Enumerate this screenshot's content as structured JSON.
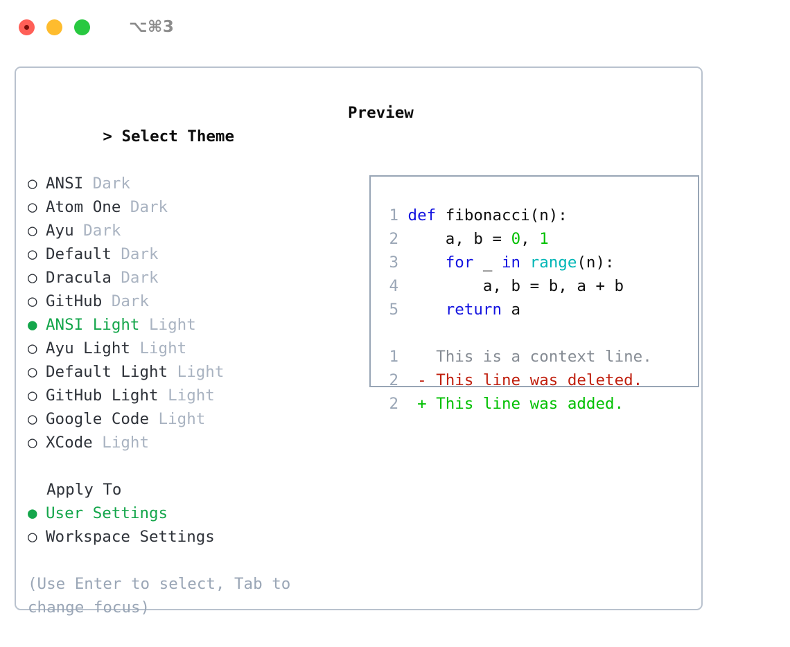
{
  "titlebar": {
    "shortcut": "⌥⌘3",
    "lights": [
      {
        "name": "close-button",
        "color": "#ff5f57"
      },
      {
        "name": "minimize-button",
        "color": "#febc2e"
      },
      {
        "name": "maximize-button",
        "color": "#28c840"
      }
    ]
  },
  "theme_picker": {
    "prompt": "> ",
    "title": "Select Theme",
    "items": [
      {
        "marker": "○ ",
        "name": "ANSI",
        "suffix": " Dark",
        "selected": false
      },
      {
        "marker": "○ ",
        "name": "Atom One",
        "suffix": " Dark",
        "selected": false
      },
      {
        "marker": "○ ",
        "name": "Ayu",
        "suffix": " Dark",
        "selected": false
      },
      {
        "marker": "○ ",
        "name": "Default",
        "suffix": " Dark",
        "selected": false
      },
      {
        "marker": "○ ",
        "name": "Dracula",
        "suffix": " Dark",
        "selected": false
      },
      {
        "marker": "○ ",
        "name": "GitHub",
        "suffix": " Dark",
        "selected": false
      },
      {
        "marker": "● ",
        "name": "ANSI Light",
        "suffix": " Light",
        "selected": true
      },
      {
        "marker": "○ ",
        "name": "Ayu Light",
        "suffix": " Light",
        "selected": false
      },
      {
        "marker": "○ ",
        "name": "Default Light",
        "suffix": " Light",
        "selected": false
      },
      {
        "marker": "○ ",
        "name": "GitHub Light",
        "suffix": " Light",
        "selected": false
      },
      {
        "marker": "○ ",
        "name": "Google Code",
        "suffix": " Light",
        "selected": false
      },
      {
        "marker": "○ ",
        "name": "XCode",
        "suffix": " Light",
        "selected": false
      }
    ]
  },
  "apply_to": {
    "title": "  Apply To",
    "items": [
      {
        "marker": "● ",
        "name": "User Settings",
        "selected": true
      },
      {
        "marker": "○ ",
        "name": "Workspace Settings",
        "selected": false
      }
    ]
  },
  "footer": {
    "hint": "(Use Enter to select, Tab to change focus)"
  },
  "preview": {
    "title": "Preview",
    "code_lines": [
      {
        "num": "1",
        "tokens": [
          {
            "t": " ",
            "c": "plain"
          },
          {
            "t": "def",
            "c": "kw"
          },
          {
            "t": " fibonacci(n):",
            "c": "plain"
          }
        ]
      },
      {
        "num": "2",
        "tokens": [
          {
            "t": "     a, b = ",
            "c": "plain"
          },
          {
            "t": "0",
            "c": "num"
          },
          {
            "t": ", ",
            "c": "plain"
          },
          {
            "t": "1",
            "c": "num"
          }
        ]
      },
      {
        "num": "3",
        "tokens": [
          {
            "t": "     ",
            "c": "plain"
          },
          {
            "t": "for",
            "c": "kw"
          },
          {
            "t": " _ ",
            "c": "plain"
          },
          {
            "t": "in",
            "c": "kw"
          },
          {
            "t": " ",
            "c": "plain"
          },
          {
            "t": "range",
            "c": "fn"
          },
          {
            "t": "(n):",
            "c": "plain"
          }
        ]
      },
      {
        "num": "4",
        "tokens": [
          {
            "t": "         a, b = b, a + b",
            "c": "plain"
          }
        ]
      },
      {
        "num": "5",
        "tokens": [
          {
            "t": "     ",
            "c": "plain"
          },
          {
            "t": "return",
            "c": "kw"
          },
          {
            "t": " a",
            "c": "plain"
          }
        ]
      }
    ],
    "diff_lines": [
      {
        "num": "1",
        "sign": "  ",
        "text": "This is a context line.",
        "kind": "ctx"
      },
      {
        "num": "2",
        "sign": "- ",
        "text": "This line was deleted.",
        "kind": "del"
      },
      {
        "num": "2",
        "sign": "+ ",
        "text": "This line was added.",
        "kind": "add"
      }
    ]
  },
  "colors": {
    "accent_green": "#14a64b",
    "code_keyword": "#1414e0",
    "code_function": "#00b6b6",
    "code_number": "#00c000",
    "diff_deleted": "#c0200f",
    "diff_added": "#00c000",
    "muted": "#a9b3c1",
    "border": "#b9c2ce"
  }
}
